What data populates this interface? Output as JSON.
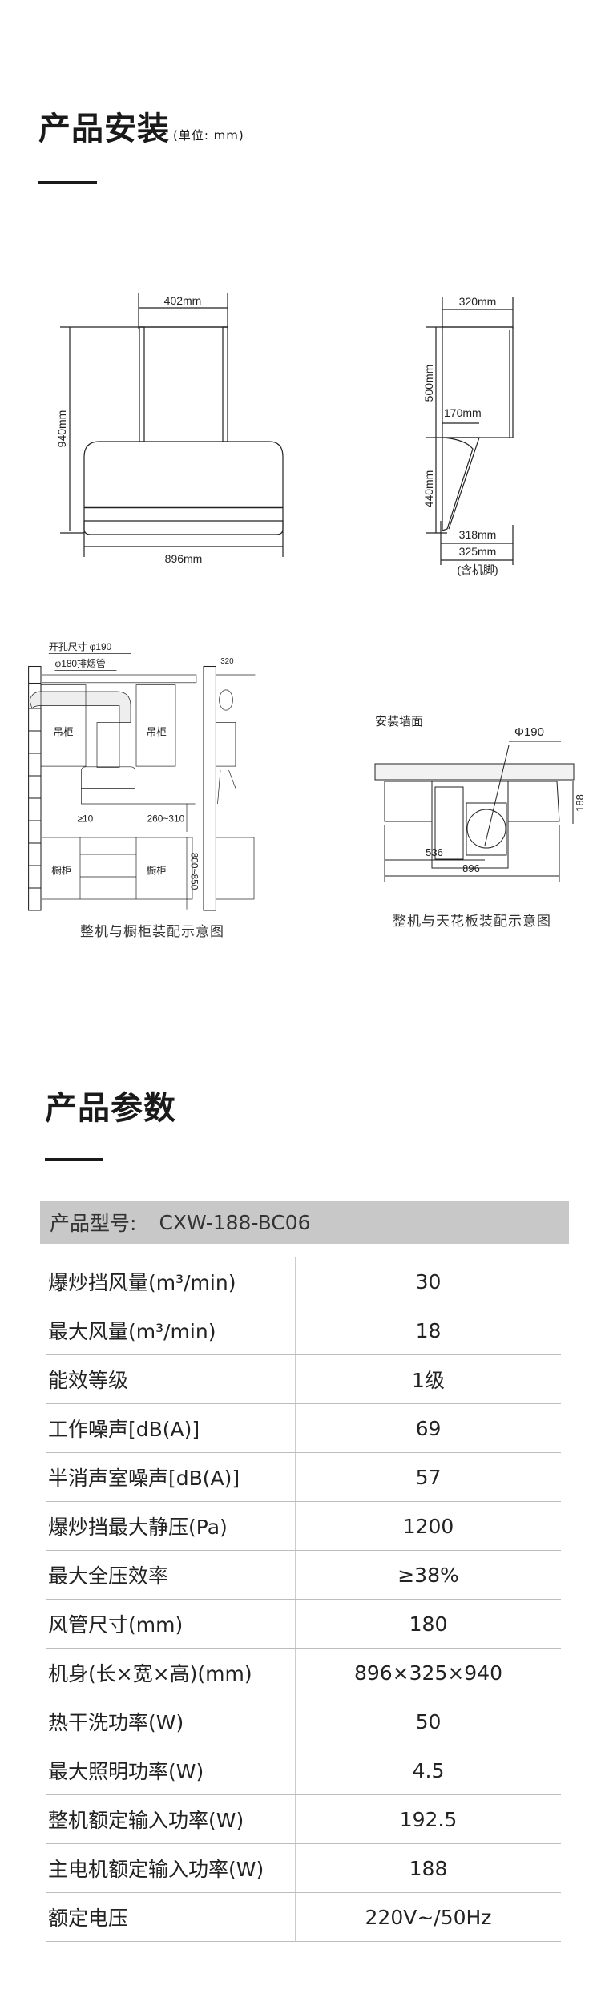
{
  "install": {
    "title": "产品安装",
    "unit": "(单位: mm)",
    "front_view": {
      "width_top": "402mm",
      "height": "940mm",
      "width": "896mm"
    },
    "side_view": {
      "top": "320mm",
      "upper_height": "500mm",
      "offset": "170mm",
      "lower_height": "440mm",
      "depth": "318mm",
      "depth_with_feet": "325mm",
      "feet_note": "(含机脚)"
    },
    "cabinet_diagram": {
      "hole_label": "开孔尺寸 φ190",
      "pipe_label": "φ180排烟管",
      "wall_cabinet": "吊柜",
      "base_cabinet": "橱柜",
      "gap": "≥10",
      "hood_height": "260~310",
      "counter_height": "800~850",
      "side_width": "320",
      "caption": "整机与橱柜装配示意图"
    },
    "ceiling_diagram": {
      "wall_label": "安装墙面",
      "hole": "Φ190",
      "depth": "188",
      "offset": "536",
      "width": "896",
      "caption": "整机与天花板装配示意图"
    }
  },
  "params": {
    "title": "产品参数",
    "model_label": "产品型号:",
    "model_value": "CXW-188-BC06",
    "header_bg": "#c8c8c8",
    "rows": [
      {
        "k": "爆炒挡风量(m³/min)",
        "v": "30"
      },
      {
        "k": "最大风量(m³/min)",
        "v": "18"
      },
      {
        "k": "能效等级",
        "v": "1级"
      },
      {
        "k": "工作噪声[dB(A)]",
        "v": "69"
      },
      {
        "k": "半消声室噪声[dB(A)]",
        "v": "57"
      },
      {
        "k": "爆炒挡最大静压(Pa)",
        "v": "1200"
      },
      {
        "k": "最大全压效率",
        "v": "≥38%"
      },
      {
        "k": "风管尺寸(mm)",
        "v": "180"
      },
      {
        "k": "机身(长×宽×高)(mm)",
        "v": "896×325×940"
      },
      {
        "k": "热干洗功率(W)",
        "v": "50"
      },
      {
        "k": "最大照明功率(W)",
        "v": "4.5"
      },
      {
        "k": "整机额定输入功率(W)",
        "v": "192.5"
      },
      {
        "k": "主电机额定输入功率(W)",
        "v": "188"
      },
      {
        "k": "额定电压",
        "v": "220V~/50Hz"
      }
    ]
  }
}
